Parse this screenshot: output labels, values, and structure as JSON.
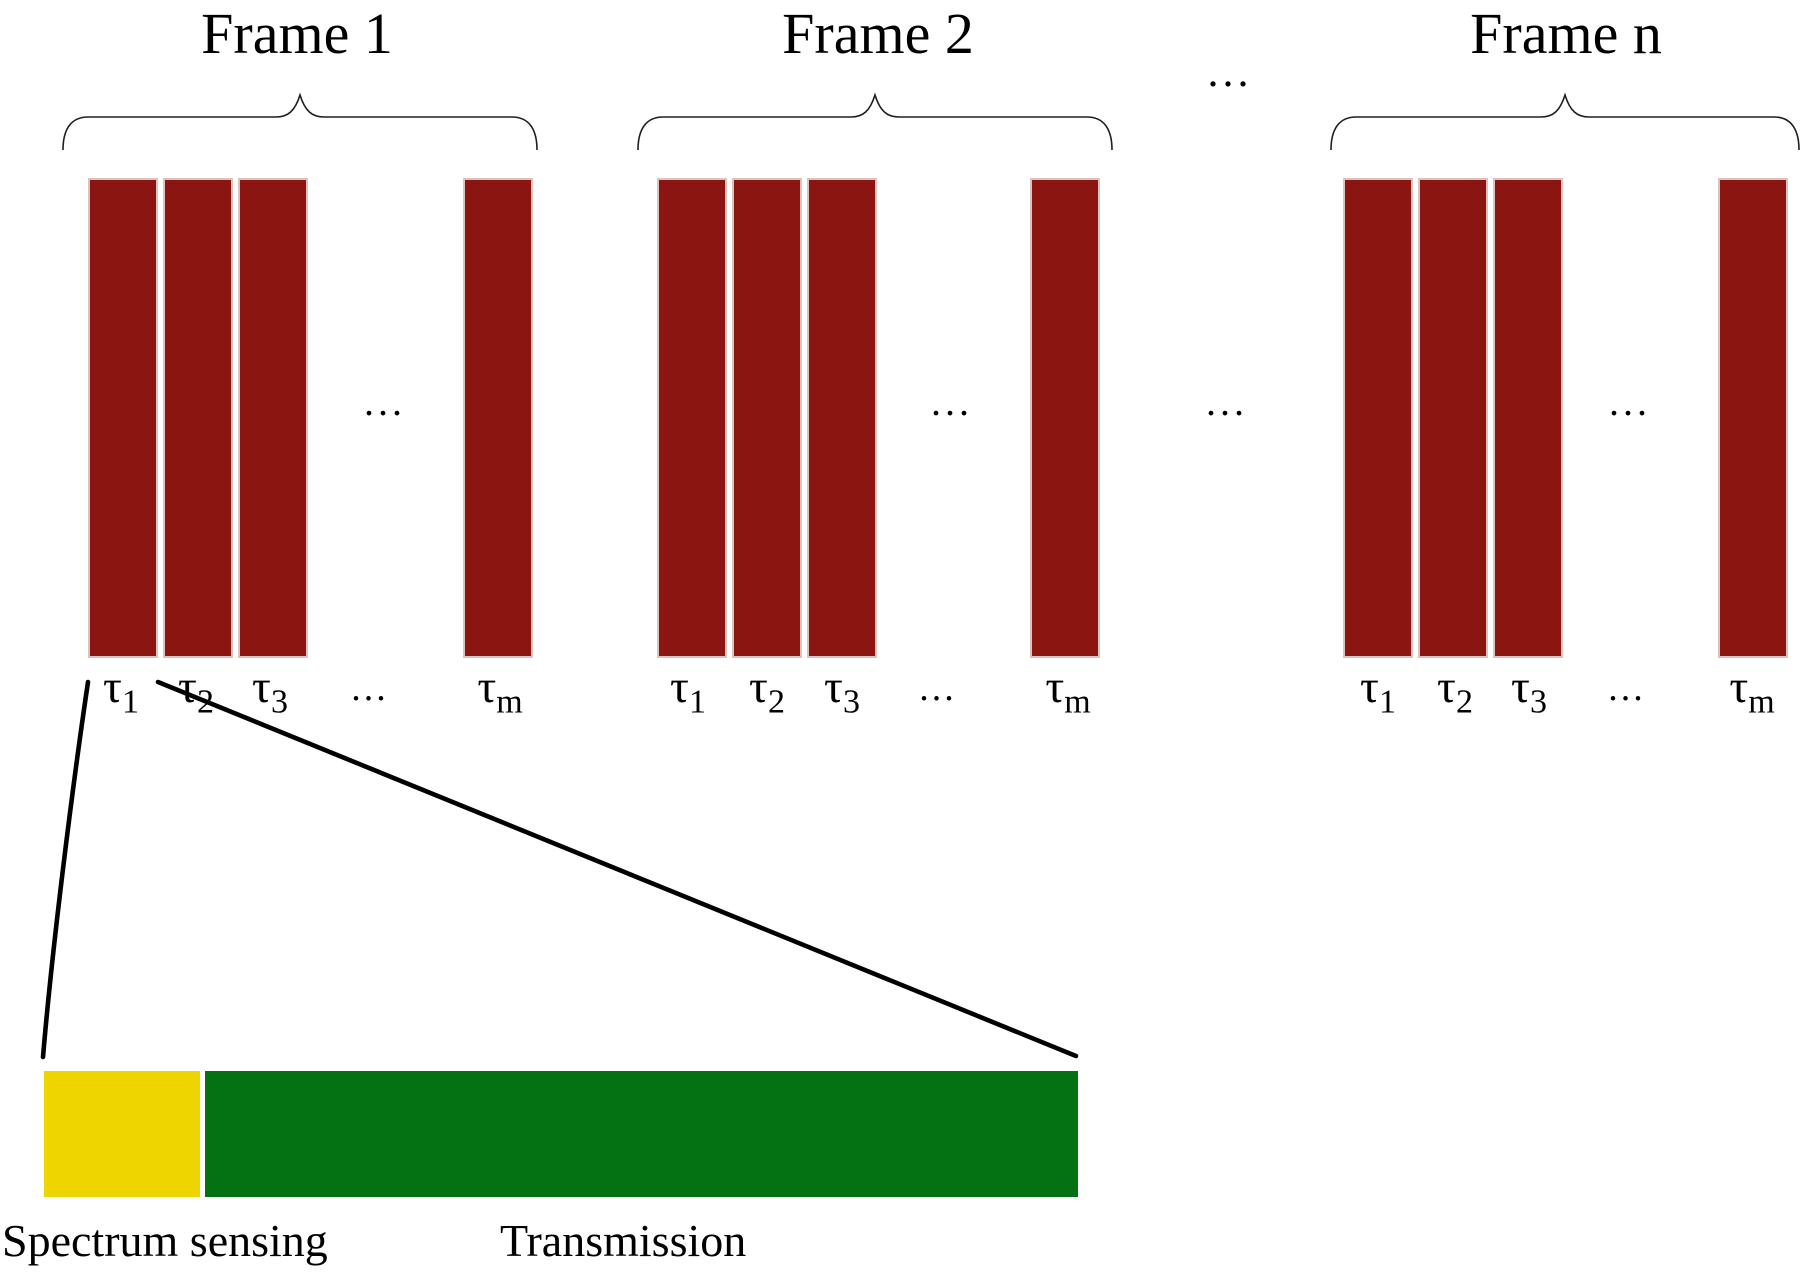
{
  "diagram": {
    "frames": [
      {
        "title": "Frame 1",
        "slots": [
          {
            "glyph": "τ",
            "sub": "1"
          },
          {
            "glyph": "τ",
            "sub": "2"
          },
          {
            "glyph": "τ",
            "sub": "3"
          },
          {
            "glyph": "...",
            "sub": ""
          },
          {
            "glyph": "τ",
            "sub": "m"
          }
        ],
        "mid_ellipsis": "..."
      },
      {
        "title": "Frame 2",
        "slots": [
          {
            "glyph": "τ",
            "sub": "1"
          },
          {
            "glyph": "τ",
            "sub": "2"
          },
          {
            "glyph": "τ",
            "sub": "3"
          },
          {
            "glyph": "...",
            "sub": ""
          },
          {
            "glyph": "τ",
            "sub": "m"
          }
        ],
        "mid_ellipsis": "..."
      },
      {
        "title": "Frame n",
        "slots": [
          {
            "glyph": "τ",
            "sub": "1"
          },
          {
            "glyph": "τ",
            "sub": "2"
          },
          {
            "glyph": "τ",
            "sub": "3"
          },
          {
            "glyph": "...",
            "sub": ""
          },
          {
            "glyph": "τ",
            "sub": "m"
          }
        ],
        "mid_ellipsis": "..."
      }
    ],
    "ellipsis_between_frames_top": "...",
    "ellipsis_between_frames_mid": "...",
    "zoom_view": {
      "sensing_label": "Spectrum sensing",
      "transmission_label": "Transmission"
    }
  },
  "colors": {
    "slot_red": "#8b1510",
    "sensing_yellow": "#eed500",
    "transmission_green": "#047113"
  }
}
